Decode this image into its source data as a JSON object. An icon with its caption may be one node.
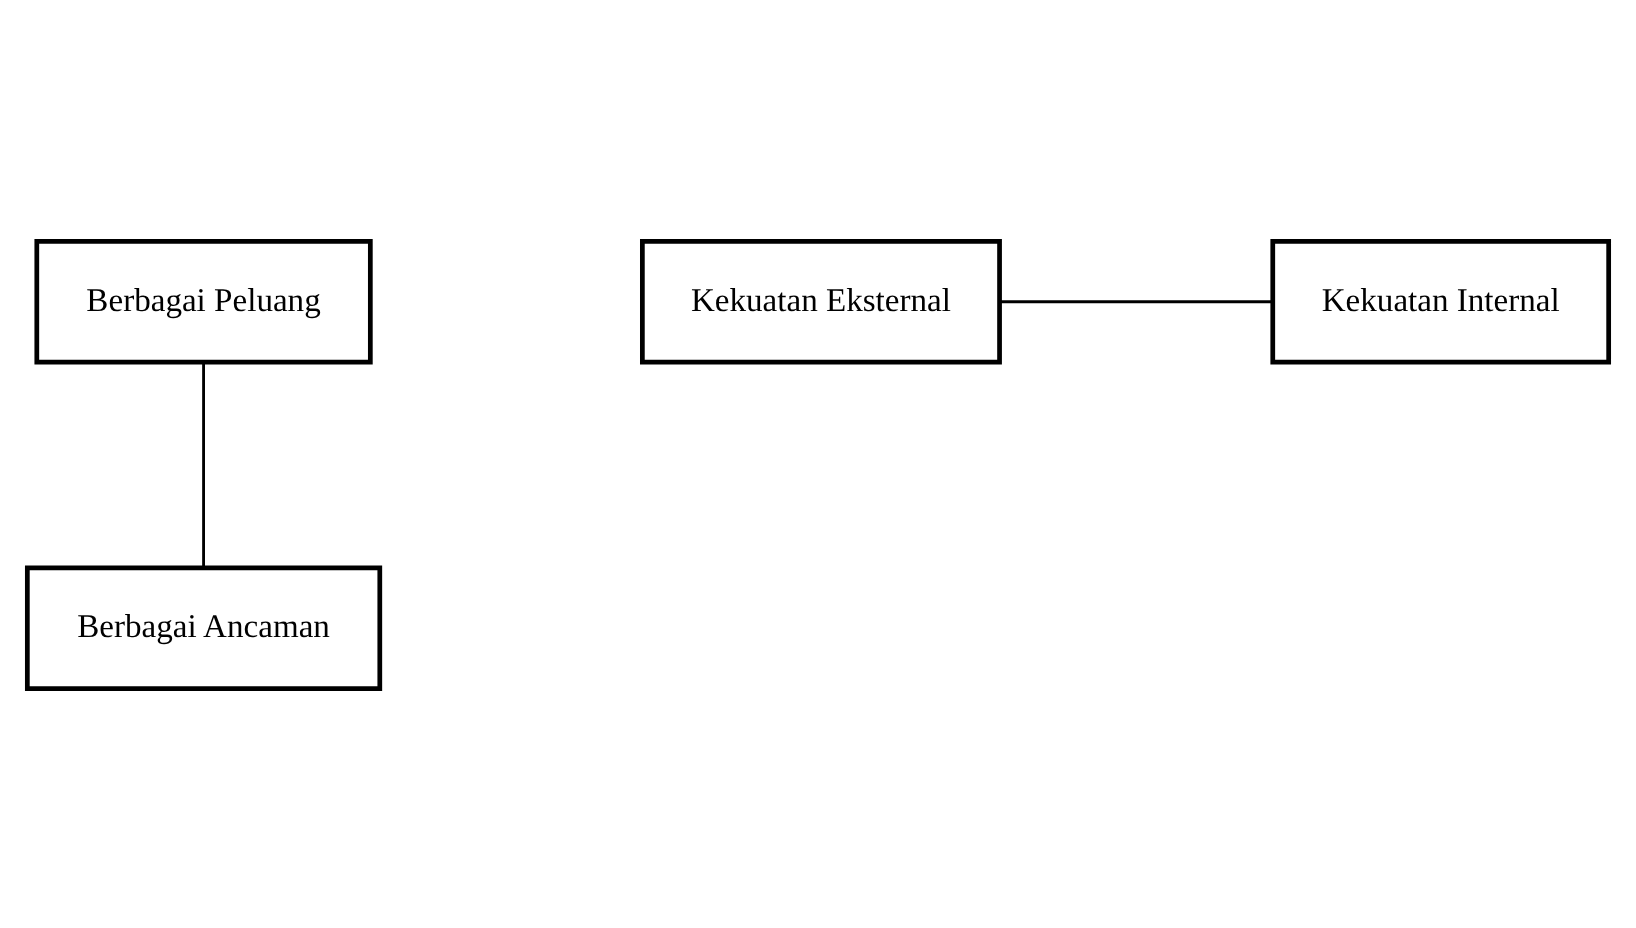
{
  "diagram": {
    "nodes": [
      {
        "text": [
          "Berbagai Peluang"
        ]
      },
      {
        "text": [
          "Kekuatan Eksternal"
        ]
      },
      {
        "text": [
          "Kekuatan Internal"
        ]
      },
      {
        "text": [
          "Berbagai Ancaman"
        ]
      }
    ],
    "edges": [
      {
        "from": 0,
        "to": 3,
        "arrow": "none"
      },
      {
        "from": 1,
        "to": 2,
        "arrow": "none"
      }
    ]
  }
}
